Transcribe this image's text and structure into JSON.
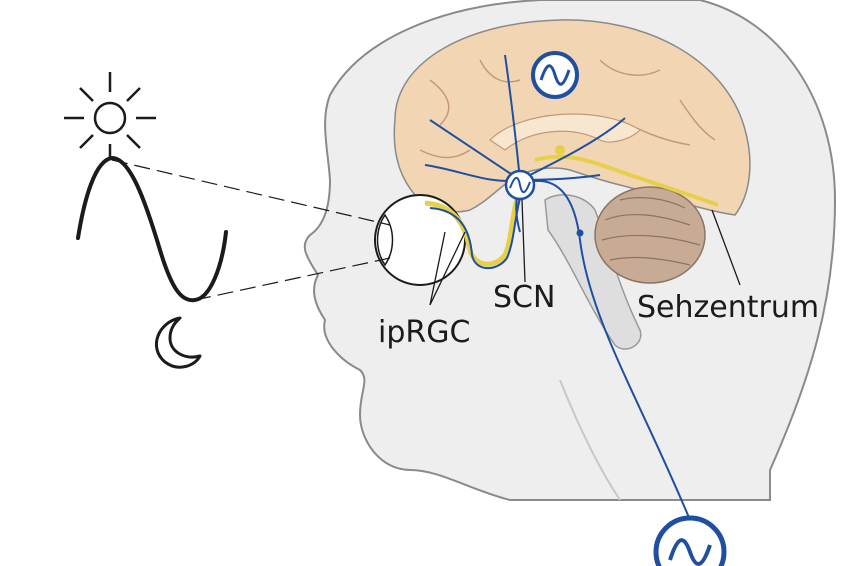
{
  "labels": {
    "iprgc": "ipRGC",
    "scn": "SCN",
    "visual_center": "Sehzentrum"
  },
  "colors": {
    "nerve_blue": "#1f4fa0",
    "pathway_yellow": "#e6d04a",
    "brain_peach": "#f2d6b4",
    "cerebellum_tan": "#c7ab95",
    "head_fill": "#eeeeee",
    "outline_gray": "#8a8a8a",
    "ink": "#1b1b1b"
  },
  "icons": {
    "sun": "sun-icon",
    "moon": "crescent-moon-icon",
    "clock": "oscillator-wave-icon"
  }
}
